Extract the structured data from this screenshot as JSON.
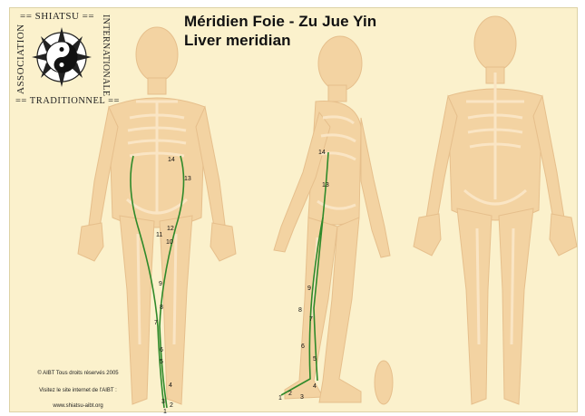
{
  "title": {
    "line1": "Méridien Foie - Zu Jue Yin",
    "line2": "Liver meridian"
  },
  "logo": {
    "top": "== SHIATSU ==",
    "left": "ASSOCIATION",
    "right": "INTERNATIONALE",
    "bottom": "== TRADITIONNEL =="
  },
  "footer": {
    "line1": "© AIBT Tous droits réservés 2005",
    "line2": "Visitez le site internet de l'AIBT :",
    "line3": "www.shiatsu-aibt.org"
  },
  "front_points": {
    "p1": "1",
    "p2": "2",
    "p3": "3",
    "p4": "4",
    "p5": "5",
    "p6": "6",
    "p7": "7",
    "p8": "8",
    "p9": "9",
    "p10": "10",
    "p11": "11",
    "p12": "12",
    "p13": "13",
    "p14": "14"
  },
  "side_points": {
    "p1": "1",
    "p2": "2",
    "p3": "3",
    "p4": "4",
    "p5": "5",
    "p6": "6",
    "p7": "7",
    "p8": "8",
    "p9": "9",
    "p13": "13",
    "p14": "14"
  },
  "colors": {
    "background": "#fbf1cc",
    "body": "#f3d3a2",
    "bone": "#fae5c4",
    "meridian": "#2f8a2a",
    "text": "#111111"
  }
}
